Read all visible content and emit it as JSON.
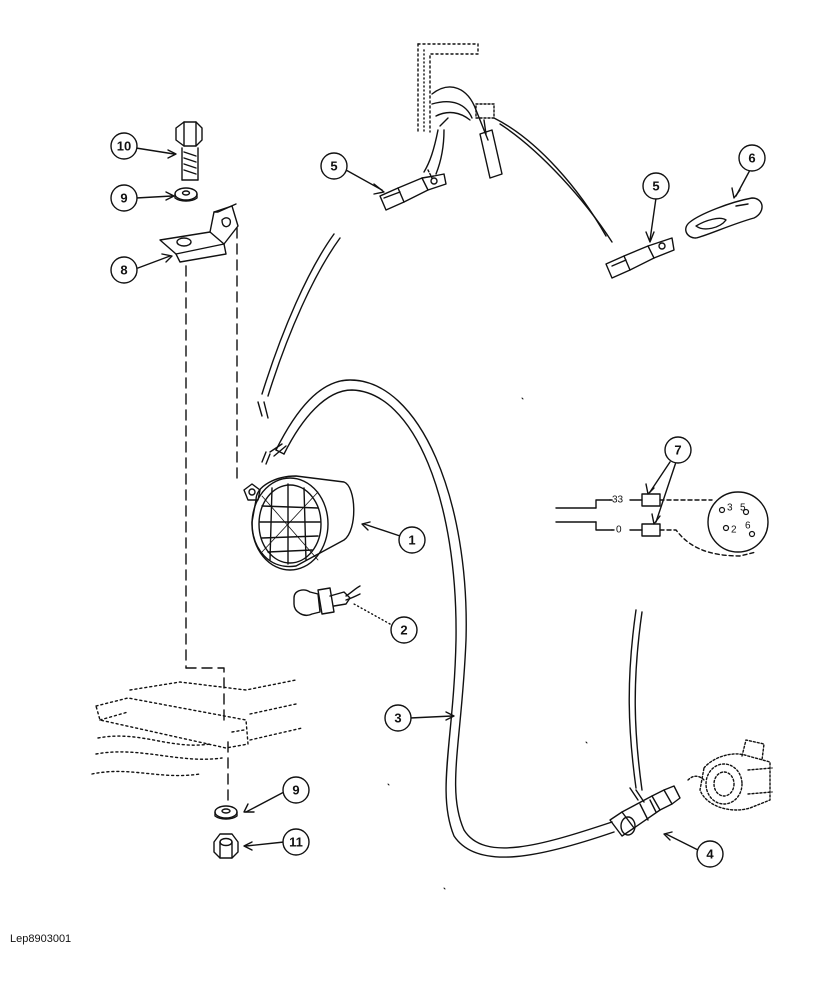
{
  "callouts": {
    "c1": "1",
    "c2": "2",
    "c3": "3",
    "c4": "4",
    "c5a": "5",
    "c5b": "5",
    "c6": "6",
    "c7": "7",
    "c8": "8",
    "c9a": "9",
    "c9b": "9",
    "c10": "10",
    "c11": "11"
  },
  "connector": {
    "wire_33": "33",
    "wire_0": "0",
    "pin_3": "3",
    "pin_5": "5",
    "pin_2": "2",
    "pin_6": "6"
  },
  "reference_code": "Lep8903001"
}
